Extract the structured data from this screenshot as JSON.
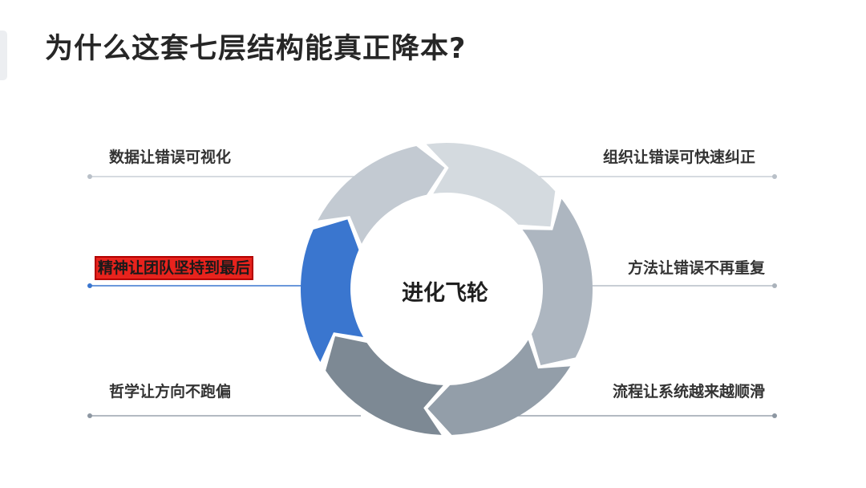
{
  "title": "为什么这套七层结构能真正降本?",
  "center_label": "进化飞轮",
  "labels": {
    "left_top": "数据让错误可视化",
    "left_middle": "精神让团队坚持到最后",
    "left_bottom": "哲学让方向不跑偏",
    "right_top": "组织让错误可快速纠正",
    "right_middle": "方法让错误不再重复",
    "right_bottom": "流程让系统越来越顺滑"
  },
  "colors": {
    "highlight_segment": "#3a76cf",
    "highlight_label_bg": "#e8231d",
    "segment_grays": [
      "#c3cad2",
      "#d4dadf",
      "#adb6c0",
      "#939ea9",
      "#7d8994"
    ]
  }
}
